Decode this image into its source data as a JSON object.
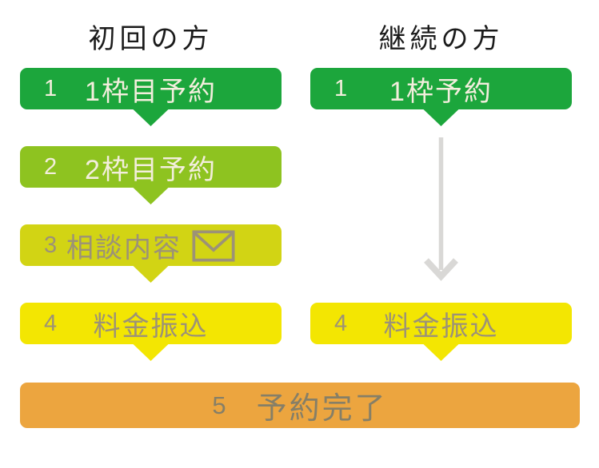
{
  "columns": {
    "first_time": {
      "title": "初回の方"
    },
    "returning": {
      "title": "継続の方"
    }
  },
  "steps": {
    "first_time": [
      {
        "num": "1",
        "label": "1枠目予約",
        "bg": "#1ca63c",
        "text_color": "#f3eedd"
      },
      {
        "num": "2",
        "label": "2枠目予約",
        "bg": "#8ec320",
        "text_color": "#f3eedd"
      },
      {
        "num": "3",
        "label": "相談内容",
        "icon": "envelope-icon",
        "bg": "#d2d414",
        "text_color": "#9c9277"
      },
      {
        "num": "4",
        "label": "料金振込",
        "bg": "#f3e602",
        "text_color": "#9c9277"
      }
    ],
    "returning": [
      {
        "num": "1",
        "label": "1枠予約",
        "bg": "#1ca63c",
        "text_color": "#f3eedd"
      },
      {
        "num": "4",
        "label": "料金振込",
        "bg": "#f3e602",
        "text_color": "#9c9277"
      }
    ],
    "final": {
      "num": "5",
      "label": "予約完了",
      "bg": "#eca53f",
      "text_color": "#867f67"
    }
  },
  "arrow": {
    "color": "#d9d8d6"
  }
}
